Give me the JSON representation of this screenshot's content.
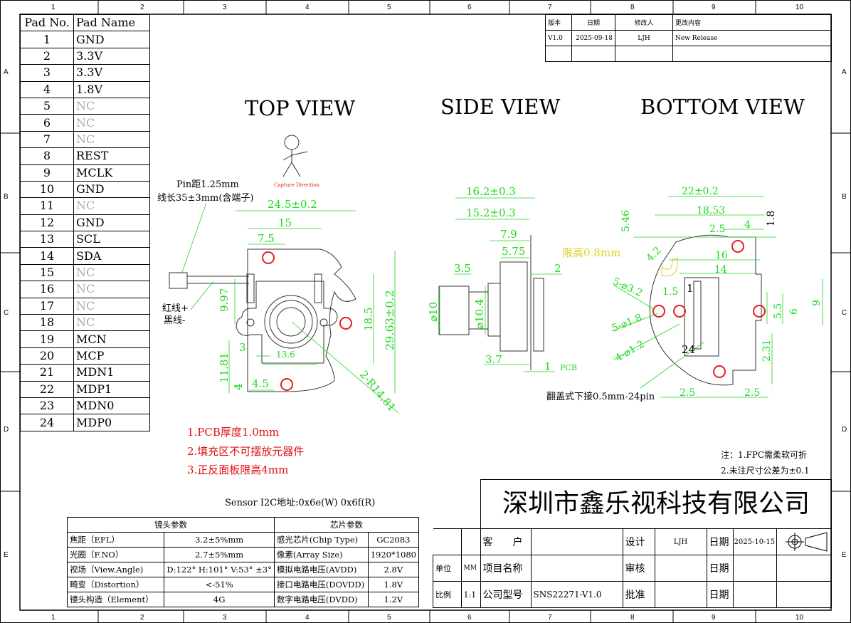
{
  "frame": {
    "columns": [
      "1",
      "2",
      "3",
      "4",
      "5",
      "6",
      "7",
      "8",
      "9",
      "10"
    ],
    "rows": [
      "A",
      "B",
      "C",
      "D",
      "E"
    ]
  },
  "pad_table": {
    "headers": [
      "Pad No.",
      "Pad Name"
    ],
    "rows": [
      [
        "1",
        "GND"
      ],
      [
        "2",
        "3.3V"
      ],
      [
        "3",
        "3.3V"
      ],
      [
        "4",
        "1.8V"
      ],
      [
        "5",
        "NC"
      ],
      [
        "6",
        "NC"
      ],
      [
        "7",
        "NC"
      ],
      [
        "8",
        "REST"
      ],
      [
        "9",
        "MCLK"
      ],
      [
        "10",
        "GND"
      ],
      [
        "11",
        "NC"
      ],
      [
        "12",
        "GND"
      ],
      [
        "13",
        "SCL"
      ],
      [
        "14",
        "SDA"
      ],
      [
        "15",
        "NC"
      ],
      [
        "16",
        "NC"
      ],
      [
        "17",
        "NC"
      ],
      [
        "18",
        "NC"
      ],
      [
        "19",
        "MCN"
      ],
      [
        "20",
        "MCP"
      ],
      [
        "21",
        "MDN1"
      ],
      [
        "22",
        "MDP1"
      ],
      [
        "23",
        "MDN0"
      ],
      [
        "24",
        "MDP0"
      ]
    ]
  },
  "revision": {
    "headers": [
      "版本",
      "日期",
      "修改人",
      "更改内容"
    ],
    "rows": [
      [
        "V1.0",
        "2025-09-18",
        "LJH",
        "New Release"
      ],
      [
        "",
        "",
        "",
        ""
      ]
    ]
  },
  "views": {
    "top": "TOP VIEW",
    "side": "SIDE VIEW",
    "bottom": "BOTTOM VIEW"
  },
  "top_view": {
    "capture_direction": "Capture Direction",
    "pin_pitch": "Pin距1.25mm",
    "wire_length": "线长35±3mm(含端子)",
    "red_wire": "红线+",
    "black_wire": "黑线-",
    "dims": {
      "w": "24.5±0.2",
      "d15": "15",
      "d75": "7.5",
      "d997": "9.97",
      "d185": "18.5",
      "h": "29.63±0.2",
      "d3": "3",
      "d136": "13.6",
      "d1181": "11.81",
      "d4": "4",
      "d45": "4.5",
      "r": "2-R14.81"
    }
  },
  "side_view": {
    "dims": {
      "a": "16.2±0.3",
      "b": "15.2±0.3",
      "c": "7.9",
      "d": "5.75",
      "e": "3.5",
      "f": "2",
      "g": "⌀10",
      "h": "⌀10.4",
      "i": "3.7",
      "j": "1",
      "pcb": "PCB"
    }
  },
  "bottom_view": {
    "height_limit": "限高0.8mm",
    "connector": "翻盖式下接0.5mm-24pin",
    "pin1": "1",
    "pin24": "24",
    "dims": {
      "w": "22±0.2",
      "a": "18.53",
      "b": "2.5",
      "c": "4",
      "d": "1.8",
      "e": "5.46",
      "f": "4.2",
      "g": "16",
      "h": "14",
      "i": "5-⌀3.2",
      "j": "1.5",
      "k": "5-⌀1.8",
      "l": "4-⌀1.2",
      "m": "5.5",
      "n": "6",
      "o": "9",
      "p": "2.31",
      "q": "2.5",
      "r": "2.5"
    }
  },
  "notes_red": [
    "1.PCB厚度1.0mm",
    "2.填充区不可摆放元器件",
    "3.正反面板限高4mm"
  ],
  "notes": [
    "注：1.FPC需柔软可折",
    "2.未注尺寸公差为±0.1"
  ],
  "i2c": "Sensor I2C地址:0x6e(W) 0x6f(R)",
  "params": {
    "lens_header": "镜头参数",
    "chip_header": "芯片参数",
    "rows": [
      [
        "焦距（EFL）",
        "3.2±5%mm",
        "感光芯片(Chip Type)",
        "GC2083"
      ],
      [
        "光圈（F.NO）",
        "2.7±5%mm",
        "像素(Array Size)",
        "1920*1080"
      ],
      [
        "视场（View.Angle)",
        "D:122° H:101° V:53° ±3°",
        "模拟电路电压(AVDD)",
        "2.8V"
      ],
      [
        "畸变（Distortion）",
        "<-51%",
        "接口电路电压(DOVDD)",
        "1.8V"
      ],
      [
        "镜头构造（Element）",
        "4G",
        "数字电路电压(DVDD)",
        "1.2V"
      ]
    ]
  },
  "title_block": {
    "company": "深圳市鑫乐视科技有限公司",
    "customer_label": "客　　户",
    "customer": "",
    "design_label": "设计",
    "designer": "LJH",
    "date_label": "日期",
    "date": "2025-10-15",
    "unit_label": "单位",
    "unit": "MM",
    "project_label": "项目名称",
    "project": "",
    "review_label": "审核",
    "reviewer": "",
    "date2_label": "日期",
    "scale_label": "比例",
    "scale": "1:1",
    "model_label": "公司型号",
    "model": "SNS22271-V1.0",
    "approve_label": "批准",
    "approver": "",
    "date3_label": "日期"
  },
  "colors": {
    "dimension": "#1ed81e",
    "hatch": "#e02020",
    "note": "#e01010",
    "limit": "#e0d020"
  }
}
